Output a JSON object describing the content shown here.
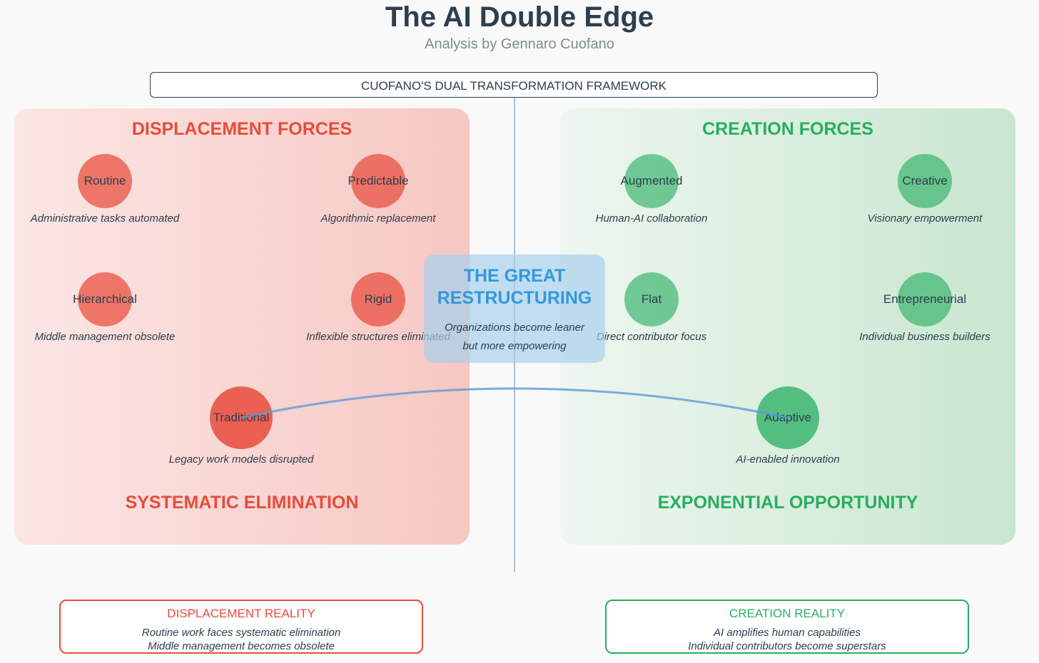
{
  "header": {
    "title": "The AI Double Edge",
    "subtitle": "Analysis by Gennaro Cuofano",
    "framework": "CUOFANO'S DUAL TRANSFORMATION FRAMEWORK"
  },
  "left_panel": {
    "heading": "DISPLACEMENT FORCES",
    "footer": "SYSTEMATIC ELIMINATION",
    "color": "#e74c3c",
    "nodes": [
      {
        "label": "Routine",
        "caption": "Administrative tasks automated"
      },
      {
        "label": "Predictable",
        "caption": "Algorithmic replacement"
      },
      {
        "label": "Hierarchical",
        "caption": "Middle management obsolete"
      },
      {
        "label": "Rigid",
        "caption": "Inflexible structures eliminated"
      },
      {
        "label": "Traditional",
        "caption": "Legacy work models disrupted"
      }
    ]
  },
  "right_panel": {
    "heading": "CREATION FORCES",
    "footer": "EXPONENTIAL OPPORTUNITY",
    "color": "#27ae60",
    "nodes": [
      {
        "label": "Augmented",
        "caption": "Human-AI collaboration"
      },
      {
        "label": "Creative",
        "caption": "Visionary empowerment"
      },
      {
        "label": "Flat",
        "caption": "Direct contributor focus"
      },
      {
        "label": "Entrepreneurial",
        "caption": "Individual business builders"
      },
      {
        "label": "Adaptive",
        "caption": "AI-enabled innovation"
      }
    ]
  },
  "center": {
    "title_line1": "THE GREAT",
    "title_line2": "RESTRUCTURING",
    "desc_line1": "Organizations become leaner",
    "desc_line2": "but more empowering",
    "color": "#3498db"
  },
  "bottom": {
    "displacement": {
      "title": "DISPLACEMENT REALITY",
      "line1": "Routine work faces systematic elimination",
      "line2": "Middle management becomes obsolete"
    },
    "creation": {
      "title": "CREATION REALITY",
      "line1": "AI amplifies human capabilities",
      "line2": "Individual contributors become superstars"
    }
  }
}
